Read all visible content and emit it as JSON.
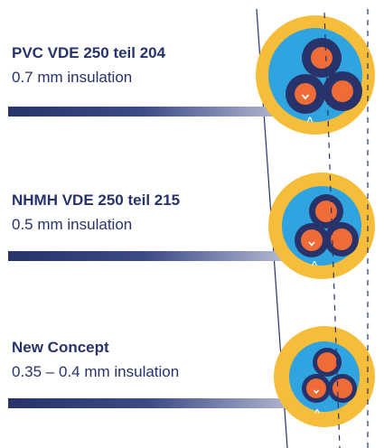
{
  "cables": [
    {
      "name": "PVC VDE 250 teil 204",
      "insulation": "0.7 mm insulation"
    },
    {
      "name": "NHMH VDE 250 teil 215",
      "insulation": "0.5 mm insulation"
    },
    {
      "name": "New Concept",
      "insulation": "0.35 – 0.4 mm insulation"
    }
  ],
  "marker_symbol": "^",
  "colors": {
    "text": "#27336a",
    "bar_start": "#27336a",
    "outer_sheath": "#f6bd3b",
    "inner_fill": "#2fa4e0",
    "core_insulation": "#27336a",
    "conductor": "#ef6b37",
    "guide_line": "#27336a"
  },
  "icons": [
    "chevron-down-icon",
    "caret-up-icon"
  ]
}
